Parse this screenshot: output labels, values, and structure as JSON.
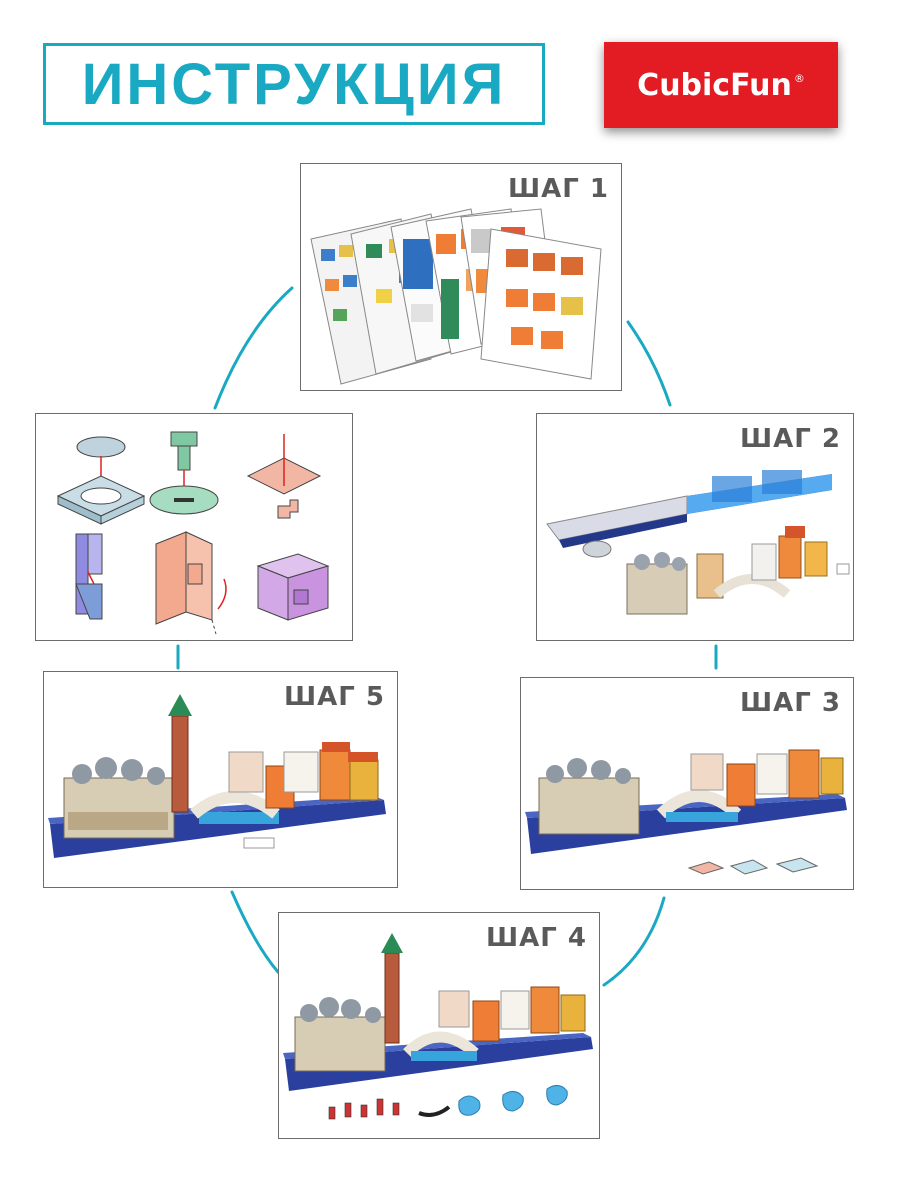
{
  "header": {
    "title": "ИНСТРУКЦИЯ",
    "logo_text": "CubicFun",
    "logo_mark": "®"
  },
  "steps": {
    "step1": "ШАГ 1",
    "step2": "ШАГ 2",
    "step3": "ШАГ 3",
    "step4": "ШАГ 4",
    "step5": "ШАГ 5"
  },
  "colors": {
    "accent": "#19a9c2",
    "logo_red": "#e31b23",
    "step_text": "#5a5a5a"
  }
}
